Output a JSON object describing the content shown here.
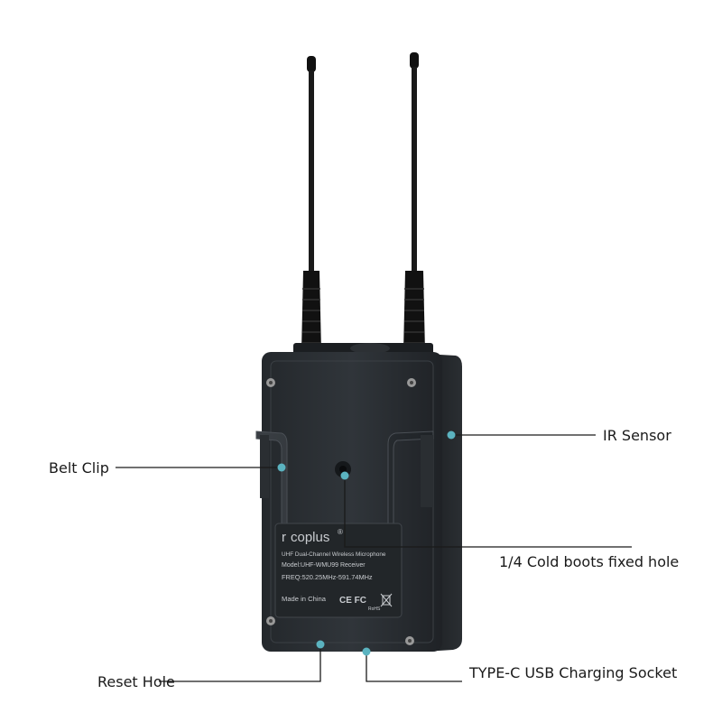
{
  "callouts": {
    "ir_sensor": "IR Sensor",
    "belt_clip": "Belt Clip",
    "cold_boot_hole": "1/4 Cold boots fixed hole",
    "reset_hole": "Reset Hole",
    "usb_socket": "TYPE-C USB Charging Socket"
  },
  "sticker": {
    "brand": "coplus",
    "brand_prefix": "r",
    "registered": "®",
    "line1": "UHF Dual-Channel Wireless Microphone",
    "line2": "Model:UHF-WMU99 Receiver",
    "line3": "FREQ:520.25MHz-591.74MHz",
    "line4": "Made in China",
    "marks": "CE FC",
    "rohs": "RoHS"
  },
  "colors": {
    "device_body": "#2b2f33",
    "accent_dot": "#5bb3c0",
    "leader_line": "#1a1a1a"
  },
  "icons": [
    "antenna-icon",
    "screw-icon",
    "weee-bin-icon"
  ]
}
